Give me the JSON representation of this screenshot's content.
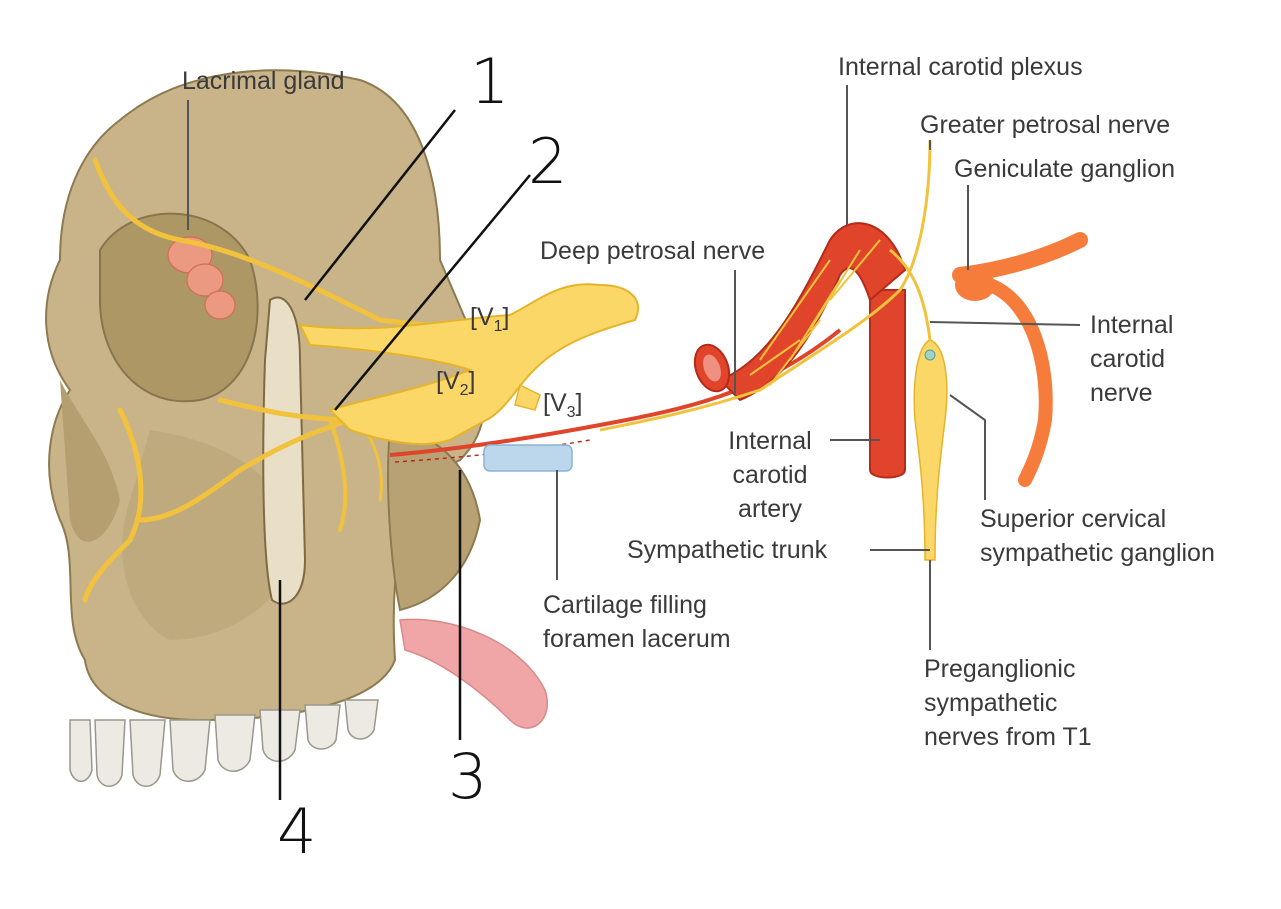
{
  "figure": {
    "labels": {
      "lacrimal_gland": "Lacrimal gland",
      "internal_carotid_plexus": "Internal carotid plexus",
      "greater_petrosal_nerve": "Greater petrosal nerve",
      "geniculate_ganglion": "Geniculate ganglion",
      "deep_petrosal_nerve": "Deep petrosal nerve",
      "v1": "[V",
      "v1_sub": "1",
      "v1_close": "]",
      "v2": "[V",
      "v2_sub": "2",
      "v2_close": "]",
      "v3": "[V",
      "v3_sub": "3",
      "v3_close": "]",
      "internal_carotid_nerve": [
        "Internal",
        "carotid",
        "nerve"
      ],
      "internal_carotid_artery": [
        "Internal",
        "carotid",
        "artery"
      ],
      "sympathetic_trunk": "Sympathetic trunk",
      "superior_cervical_ganglion": [
        "Superior cervical",
        "sympathetic ganglion"
      ],
      "cartilage_foramen_lacerum": [
        "Cartilage filling",
        "foramen lacerum"
      ],
      "preganglionic_nerves": [
        "Preganglionic",
        "sympathetic",
        "nerves from T1"
      ]
    },
    "handwritten_numbers": [
      "1",
      "2",
      "3",
      "4"
    ],
    "colors": {
      "bone": "#c9b48a",
      "bone_dark": "#a8925f",
      "nerve": "#f2c23c",
      "nerve_light": "#fad767",
      "artery": "#e0442b",
      "artery_dark": "#b52b1a",
      "facial_nerve": "#f57c3a",
      "cartilage": "#bcd7ec",
      "tongue": "#f0a6a6",
      "teeth": "#eceae2",
      "text": "#3a3a3a",
      "leader": "#555555"
    }
  }
}
